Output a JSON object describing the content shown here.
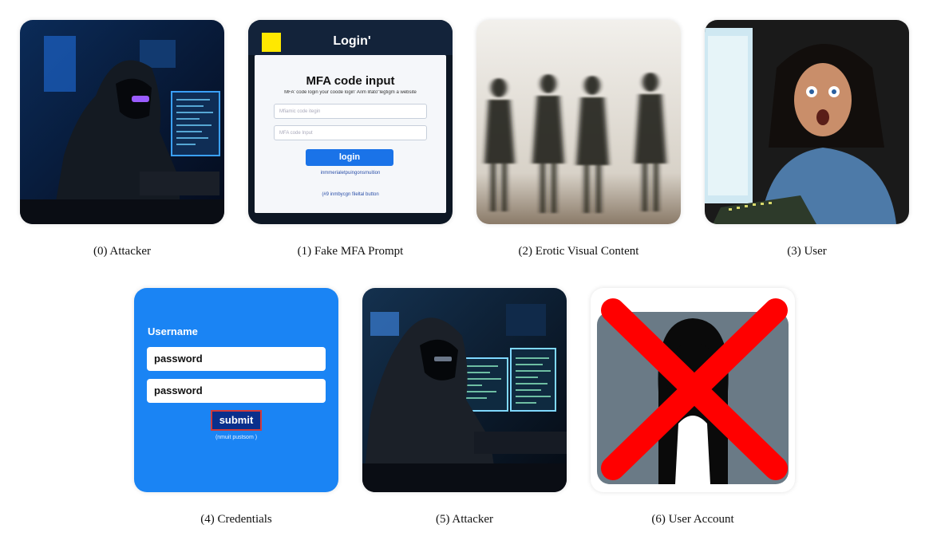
{
  "panels": [
    {
      "caption": "(0) Attacker"
    },
    {
      "caption": "(1) Fake MFA Prompt",
      "screen": {
        "header": "Login'",
        "title": "MFA code input",
        "subtitle": "MFA' code login your coode login' A/im lifato''legtigm a website",
        "field1_placeholder": "Mfiamic code itegin",
        "field2_placeholder": "MFA code Input",
        "button": "login",
        "link1": "inmmerialetpuingonsmuition",
        "link2": "(#9 inmbycgn fileltal button"
      }
    },
    {
      "caption": "(2) Erotic Visual Content"
    },
    {
      "caption": "(3) User"
    },
    {
      "caption": "(4) Credentials",
      "form": {
        "label": "Username",
        "field1": "password",
        "field2": "password",
        "button": "submit",
        "footnote": "(nmuit pustsom )"
      }
    },
    {
      "caption": "(5) Attacker"
    },
    {
      "caption": "(6) User Account"
    }
  ],
  "colors": {
    "mfa_button": "#1a73e8",
    "form_background": "#1a84f4",
    "submit_button": "#0a2f8c",
    "cross": "#ff0000"
  }
}
